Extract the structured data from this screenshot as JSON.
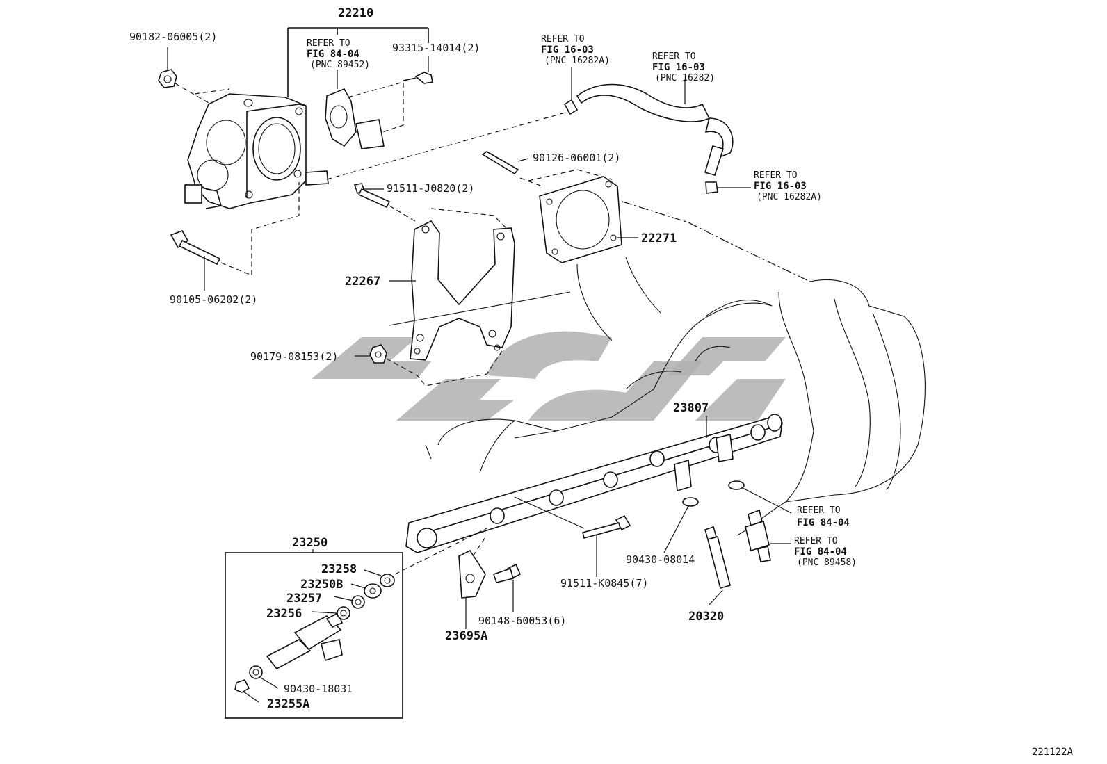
{
  "labels": {
    "p22210": "22210",
    "p90182": "90182-06005(2)",
    "p93315": "93315-14014(2)",
    "ref_tps": [
      "REFER TO",
      "FIG 84-04",
      "(PNC 89452)"
    ],
    "ref_clip1": [
      "REFER TO",
      "FIG 16-03",
      "(PNC 16282A)"
    ],
    "ref_hose": [
      "REFER TO",
      "FIG 16-03",
      "(PNC 16282)"
    ],
    "ref_clip2": [
      "REFER TO",
      "FIG 16-03",
      "(PNC 16282A)"
    ],
    "p90126": "90126-06001(2)",
    "p91511j": "91511-J0820(2)",
    "p22271": "22271",
    "p22267": "22267",
    "p90105": "90105-06202(2)",
    "p90179": "90179-08153(2)",
    "p23807": "23807",
    "ref_8404a": [
      "REFER TO",
      "FIG 84-04"
    ],
    "ref_8404b": [
      "REFER TO",
      "FIG 84-04",
      "(PNC 89458)"
    ],
    "p90430_08014": "90430-08014",
    "p91511k": "91511-K0845(7)",
    "p20320": "20320",
    "p23250": "23250",
    "p23258": "23258",
    "p23250b": "23250B",
    "p23257": "23257",
    "p23256": "23256",
    "p90430_18031": "90430-18031",
    "p23255a": "23255A",
    "p90148": "90148-60053(6)",
    "p23695a": "23695A",
    "fig_code": "221122A"
  },
  "colors": {
    "ink": "#111111",
    "watermark": "#b0b0b0",
    "background": "#ffffff"
  },
  "watermark_icon": "brand-logo-watermark"
}
